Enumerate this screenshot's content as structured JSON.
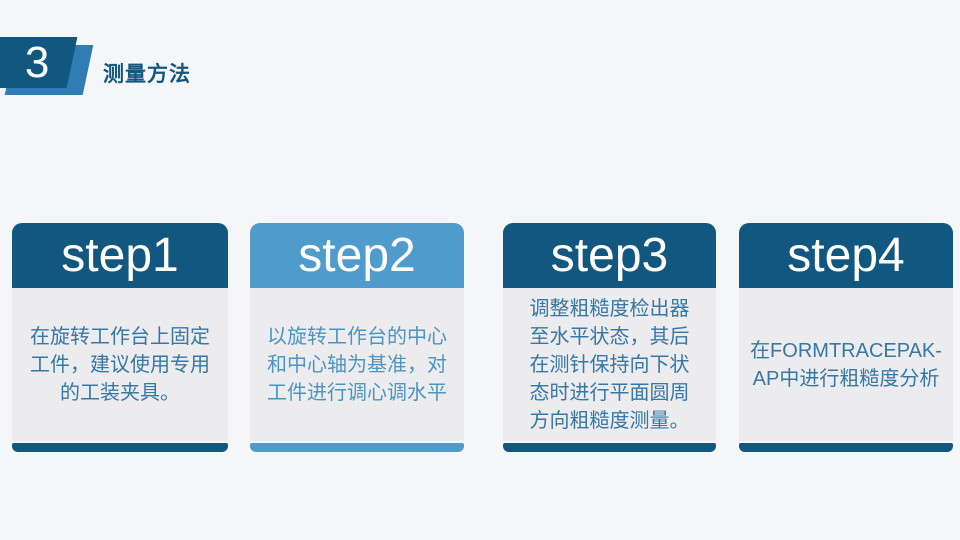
{
  "header": {
    "section_number": "3",
    "title": "测量方法"
  },
  "colors": {
    "page-bg": "#F5F6F7",
    "primary-dark": "#125780",
    "primary-light": "#4F9BCB",
    "badge-light": "#2F7DB2",
    "card-body-bg": "#ECECEE",
    "text-dark": "#3677A5",
    "text-light": "#4C95C2",
    "title-text": "#14587F"
  },
  "steps": [
    {
      "label": "step1",
      "theme": "dark",
      "description": "在旋转工作台上固定工件，建议使用专用的工装夹具。",
      "lines": [
        "在旋转工作台上固定",
        "工件，建议使用专用",
        "的工装夹具。"
      ]
    },
    {
      "label": "step2",
      "theme": "light",
      "description": "以旋转工作台的中心和中心轴为基准，对工件进行调心调水平",
      "lines": [
        "以旋转工作台的中心",
        "和中心轴为基准，对",
        "工件进行调心调水平"
      ]
    },
    {
      "label": "step3",
      "theme": "dark",
      "description": "调整粗糙度检出器至水平状态，其后在测针保持向下状态时进行平面圆周方向粗糙度测量。",
      "lines": [
        "调整粗糙度检出器",
        "至水平状态，其后",
        "在测针保持向下状",
        "态时进行平面圆周",
        "方向粗糙度测量。"
      ]
    },
    {
      "label": "step4",
      "theme": "dark",
      "description": "在FORMTRACEPAK-AP中进行粗糙度分析",
      "lines": [
        "在FORMTRACEPAK-",
        "AP中进行粗糙度分析"
      ]
    }
  ]
}
